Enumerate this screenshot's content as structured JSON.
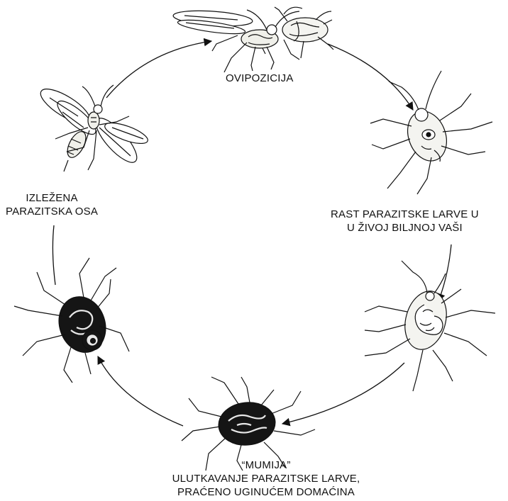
{
  "labels": {
    "ovipozicija": "OVIPOZICIJA",
    "rast_line1": "RAST PARAZITSKE LARVE U",
    "rast_line2": "U ŽIVOJ BILJNOJ VAŠI",
    "izlezena_line1": "IZLEŽENA",
    "izlezena_line2": "PARAZITSKA OSA",
    "mumija_line1": "“MUMIJA”",
    "mumija_line2": "ULUTKAVANJE PARAZITSKE LARVE,",
    "mumija_line3": "PRAĆENO UGINUĆEM DOMAĆINA"
  },
  "colors": {
    "ink": "#111111",
    "background": "#ffffff",
    "mummy": "#151515",
    "body": "#f4f4f0"
  },
  "icons": [
    "wasp-ovipositing-icon",
    "aphid-with-larva-icon",
    "aphid-larva-growing-icon",
    "mummy-aphid-icon",
    "emerging-wasp-icon",
    "adult-wasp-icon"
  ]
}
